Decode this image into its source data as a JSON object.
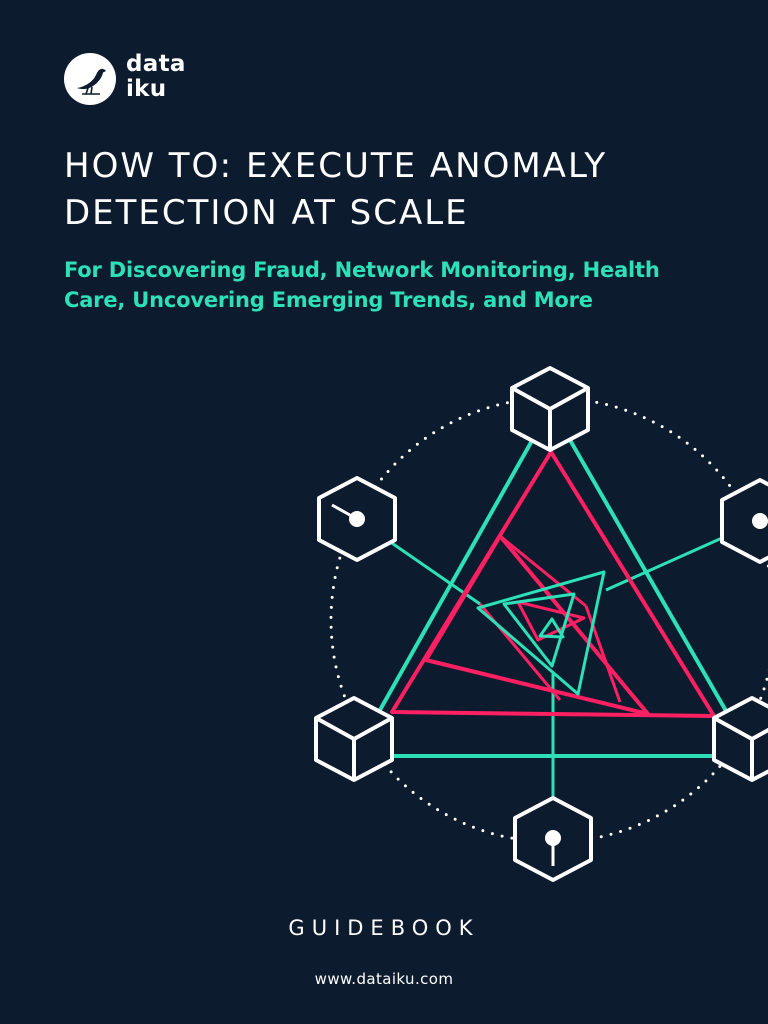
{
  "brand": {
    "line1": "data",
    "line2": "iku",
    "icon": "bird-icon"
  },
  "cover": {
    "title": "HOW TO: EXECUTE ANOMALY DETECTION AT SCALE",
    "subtitle": "For Discovering Fraud, Network Monitoring, Health Care, Uncovering Emerging Trends, and More",
    "label": "GUIDEBOOK",
    "url": "www.dataiku.com"
  },
  "colors": {
    "background": "#0d1b2e",
    "teal": "#2de0b8",
    "pink": "#ff1f63",
    "white": "#ffffff"
  }
}
